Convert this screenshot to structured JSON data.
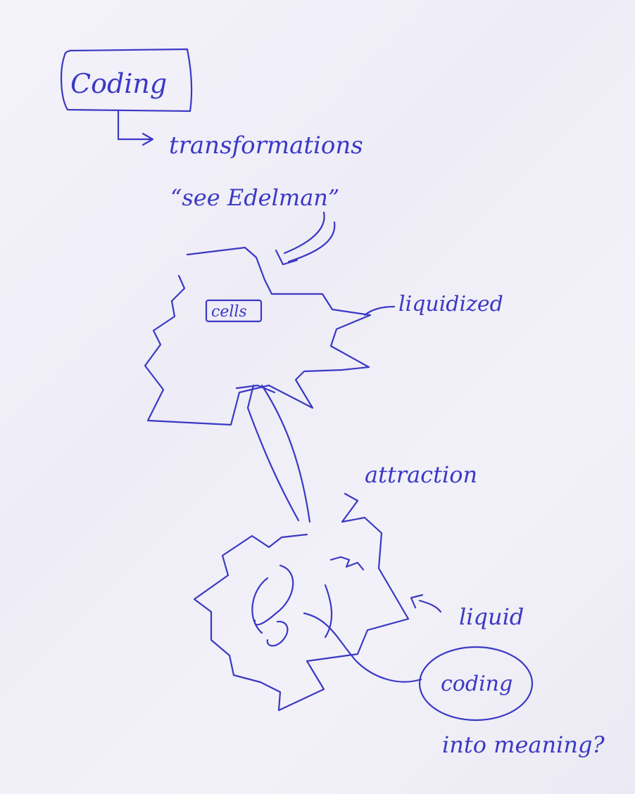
{
  "sketch": {
    "ink_color": "#3a39c4",
    "paper_color": "#f1eff8",
    "labels": {
      "coding_box": "Coding",
      "transformations": "transformations",
      "see_edelman": "“see Edelman”",
      "cells": "cells",
      "liquidized": "liquidized",
      "attraction": "attraction",
      "liquid": "liquid",
      "coding_circle": "coding",
      "into_meaning": "into meaning?"
    }
  }
}
